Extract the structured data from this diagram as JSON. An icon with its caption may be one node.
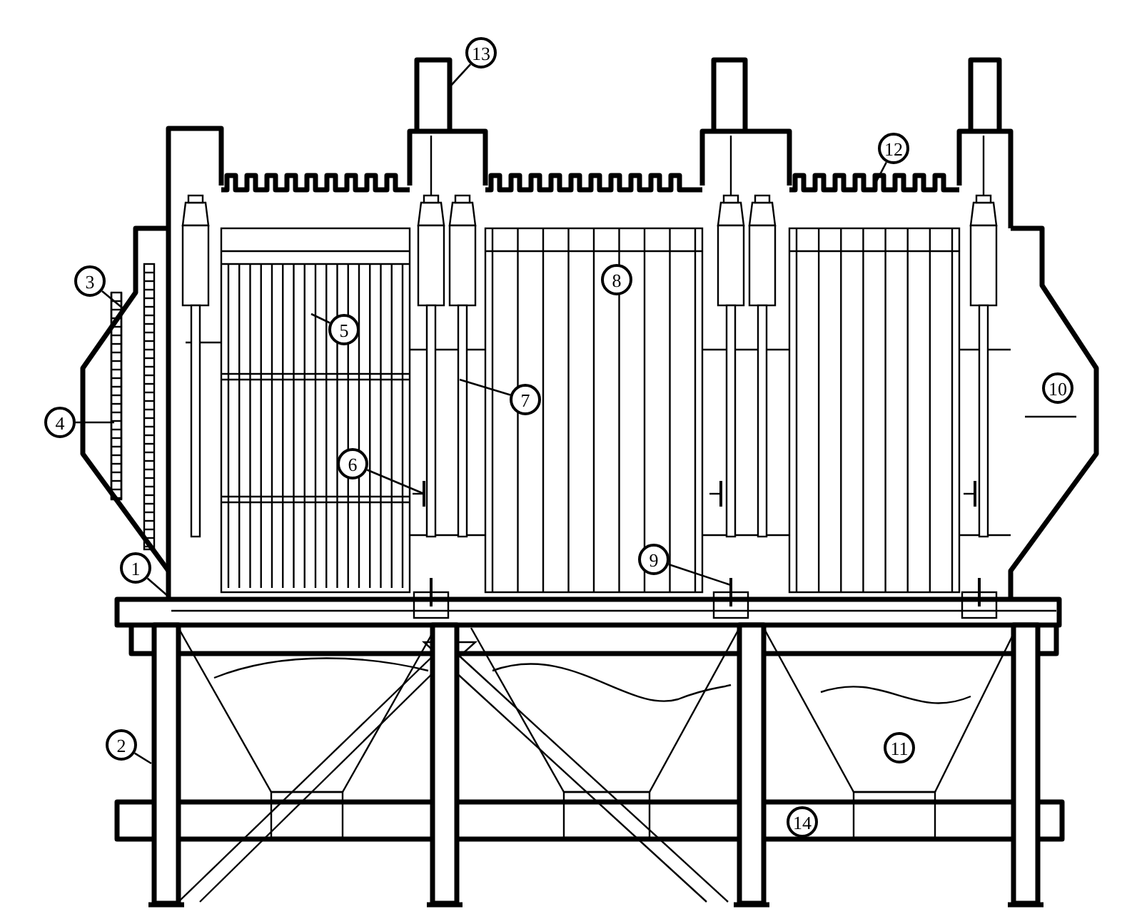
{
  "diagram": {
    "nodes": [
      {
        "text": [
          "1"
        ]
      },
      {
        "text": [
          "2"
        ]
      },
      {
        "text": [
          "3"
        ]
      },
      {
        "text": [
          "4"
        ]
      },
      {
        "text": [
          "5"
        ]
      },
      {
        "text": [
          "6"
        ]
      },
      {
        "text": [
          "7"
        ]
      },
      {
        "text": [
          "8"
        ]
      },
      {
        "text": [
          "9"
        ]
      },
      {
        "text": [
          "10"
        ]
      },
      {
        "text": [
          "11"
        ]
      },
      {
        "text": [
          "12"
        ]
      },
      {
        "text": [
          "13"
        ]
      },
      {
        "text": [
          "14"
        ]
      }
    ],
    "edges": [
      {
        "from": 0,
        "to": null,
        "arrow": "none"
      },
      {
        "from": 1,
        "to": null,
        "arrow": "none"
      },
      {
        "from": 2,
        "to": null,
        "arrow": "none"
      },
      {
        "from": 3,
        "to": null,
        "arrow": "none"
      },
      {
        "from": 4,
        "to": null,
        "arrow": "none"
      },
      {
        "from": 5,
        "to": null,
        "arrow": "none"
      },
      {
        "from": 6,
        "to": null,
        "arrow": "none"
      },
      {
        "from": 8,
        "to": null,
        "arrow": "none"
      },
      {
        "from": 11,
        "to": null,
        "arrow": "none"
      },
      {
        "from": 12,
        "to": null,
        "arrow": "none"
      }
    ]
  }
}
